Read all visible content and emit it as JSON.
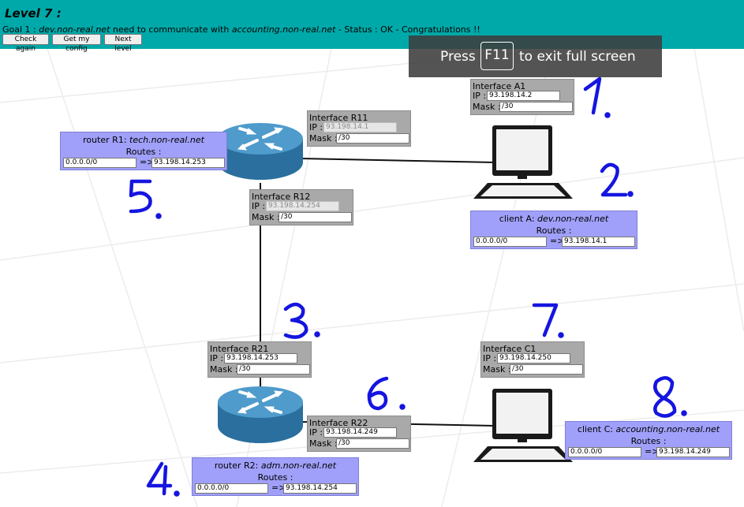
{
  "level_title": "Level 7 :",
  "goal": {
    "prefix": "Goal 1 : ",
    "source": "dev.non-real.net",
    "middle": " need to communicate with ",
    "target": "accounting.non-real.net",
    "suffix": " - Status : OK - Congratulations !!"
  },
  "buttons": {
    "check": "Check again",
    "config": "Get my config",
    "next": "Next level"
  },
  "fullscreen_banner": {
    "press": "Press",
    "key": "F11",
    "rest": "to exit full screen"
  },
  "labels": {
    "ip": "IP :",
    "mask": "Mask :",
    "routes": "Routes :",
    "arrow": "=>"
  },
  "interfaces": {
    "a1": {
      "title": "Interface A1",
      "ip": "93.198.14.2",
      "mask": "/30"
    },
    "r11": {
      "title": "Interface R11",
      "ip": "93.198.14.1",
      "mask": "/30"
    },
    "r12": {
      "title": "Interface R12",
      "ip": "93.198.14.254",
      "mask": "/30"
    },
    "r21": {
      "title": "Interface R21",
      "ip": "93.198.14.253",
      "mask": "/30"
    },
    "r22": {
      "title": "Interface R22",
      "ip": "93.198.14.249",
      "mask": "/30"
    },
    "c1": {
      "title": "Interface C1",
      "ip": "93.198.14.250",
      "mask": "/30"
    }
  },
  "devices": {
    "r1": {
      "kind": "router R1: ",
      "name": "tech.non-real.net",
      "route_dest": "0.0.0.0/0",
      "route_gw": "93.198.14.253"
    },
    "r2": {
      "kind": "router R2: ",
      "name": "adm.non-real.net",
      "route_dest": "0.0.0.0/0",
      "route_gw": "93.198.14.254"
    },
    "a": {
      "kind": "client A: ",
      "name": "dev.non-real.net",
      "route_dest": "0.0.0.0/0",
      "route_gw": "93.198.14.1"
    },
    "c": {
      "kind": "client C: ",
      "name": "accounting.non-real.net",
      "route_dest": "0.0.0.0/0",
      "route_gw": "93.198.14.249"
    }
  },
  "annotations": {
    "n1": "1.",
    "n2": "2.",
    "n3": "3.",
    "n4": "4.",
    "n5": "5.",
    "n6": "6.",
    "n7": "7.",
    "n8": "8."
  },
  "colors": {
    "topbar": "#00a9a9",
    "interface_box": "#a9a9a9",
    "device_box": "#a0a0fa",
    "handwriting": "#1515e0",
    "router": "#2f78aa"
  }
}
